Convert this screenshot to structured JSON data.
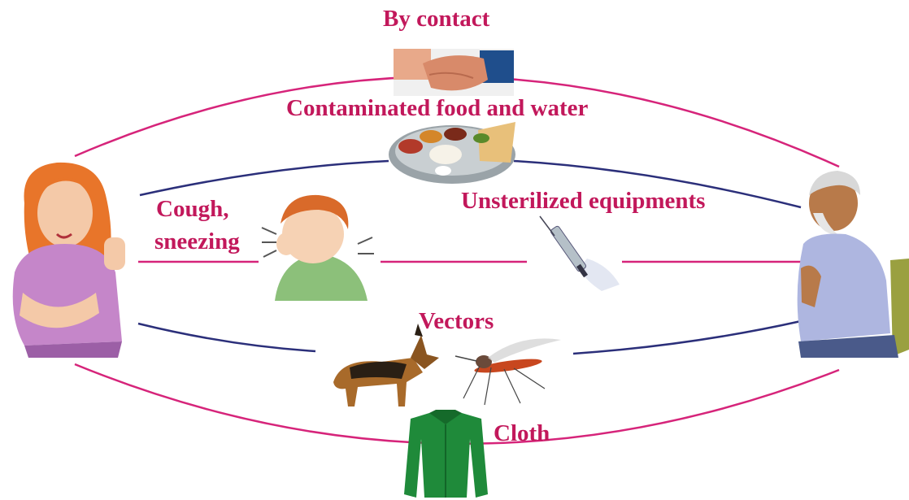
{
  "labels": {
    "by_contact": "By contact",
    "food_water": "Contaminated food and water",
    "cough_line1": "Cough,",
    "cough_line2": "sneezing",
    "equipment": "Unsterilized equipments",
    "vectors": "Vectors",
    "cloth": "Cloth"
  },
  "colors": {
    "label": "#c2185b",
    "pink_line": "#d6247a",
    "navy_line": "#2b2f7a"
  },
  "icons": [
    "sick-woman-icon",
    "handshake-icon",
    "food-plate-icon",
    "coughing-boy-icon",
    "syringe-icon",
    "dog-icon",
    "mosquito-icon",
    "shirt-icon",
    "old-man-icon"
  ]
}
